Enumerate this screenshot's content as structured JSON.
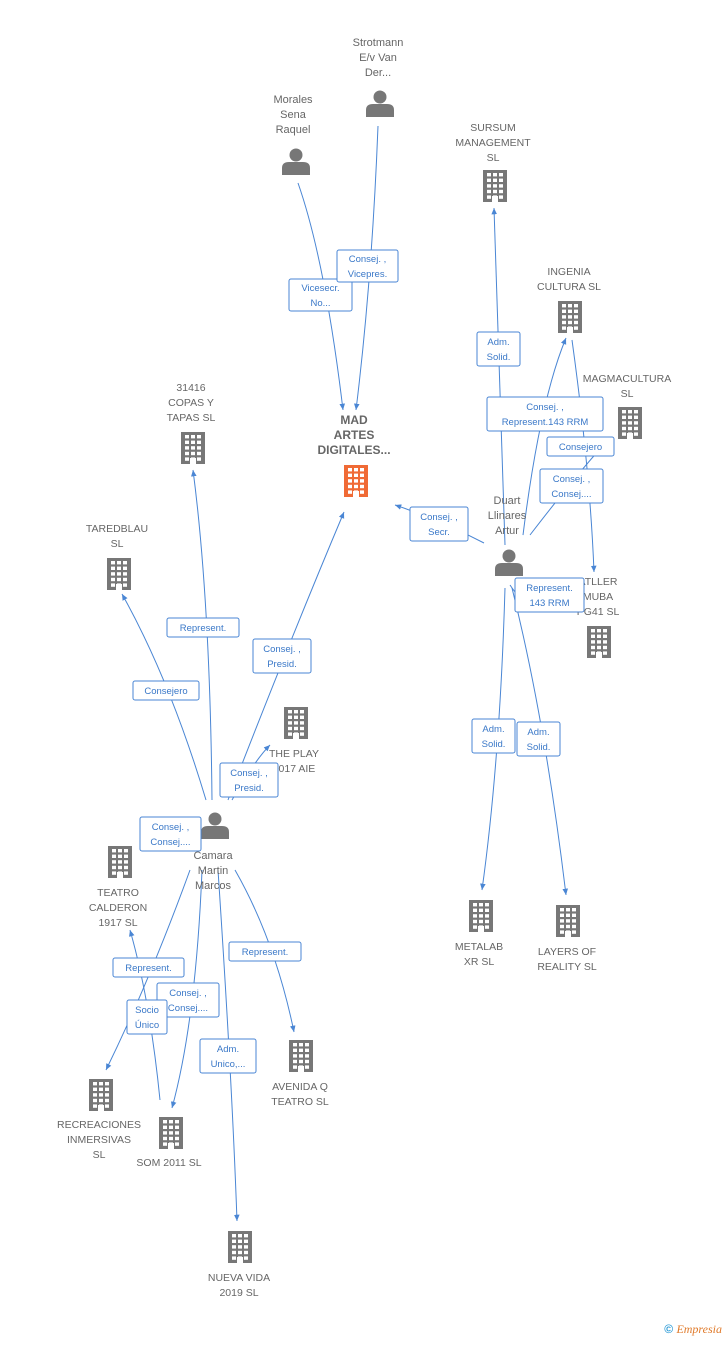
{
  "colors": {
    "edge": "#4a86d4",
    "edge_text": "#3a78c8",
    "node": "#777777",
    "focal": "#f06a35",
    "label": "#666666"
  },
  "nodes": [
    {
      "id": "mad",
      "kind": "company",
      "focal": true,
      "lines": [
        "MAD",
        "ARTES",
        "DIGITALES..."
      ]
    },
    {
      "id": "strotmann",
      "kind": "person",
      "lines": [
        "Strotmann",
        "E/v Van",
        "Der..."
      ]
    },
    {
      "id": "morales",
      "kind": "person",
      "lines": [
        "Morales",
        "Sena",
        "Raquel"
      ]
    },
    {
      "id": "sursum",
      "kind": "company",
      "lines": [
        "SURSUM",
        "MANAGEMENT",
        "SL"
      ]
    },
    {
      "id": "ingenia",
      "kind": "company",
      "lines": [
        "INGENIA",
        "CULTURA  SL"
      ]
    },
    {
      "id": "magma",
      "kind": "company",
      "lines": [
        "MAGMACULTURA",
        "SL"
      ]
    },
    {
      "id": "copas",
      "kind": "company",
      "lines": [
        "31416",
        "COPAS Y",
        "TAPAS  SL"
      ]
    },
    {
      "id": "taredblau",
      "kind": "company",
      "lines": [
        "TAREDBLAU",
        "SL"
      ]
    },
    {
      "id": "duart",
      "kind": "person",
      "lines": [
        "Duart",
        "Llinares",
        "Artur"
      ]
    },
    {
      "id": "atller",
      "kind": "company",
      "lines": [
        "ATLLER",
        "MUBA",
        "PG41  SL"
      ]
    },
    {
      "id": "theplay",
      "kind": "company",
      "lines": [
        "THE PLAY",
        "2017 AIE"
      ]
    },
    {
      "id": "camara",
      "kind": "person",
      "lines": [
        "Camara",
        "Martin",
        "Marcos"
      ]
    },
    {
      "id": "teatro",
      "kind": "company",
      "lines": [
        "TEATRO",
        "CALDERON",
        "1917  SL"
      ]
    },
    {
      "id": "metalab",
      "kind": "company",
      "lines": [
        "METALAB",
        "XR  SL"
      ]
    },
    {
      "id": "layers",
      "kind": "company",
      "lines": [
        "LAYERS OF",
        "REALITY  SL"
      ]
    },
    {
      "id": "avenida",
      "kind": "company",
      "lines": [
        "AVENIDA Q",
        "TEATRO SL"
      ]
    },
    {
      "id": "recreac",
      "kind": "company",
      "lines": [
        "RECREACIONES",
        "INMERSIVAS",
        "SL"
      ]
    },
    {
      "id": "som",
      "kind": "company",
      "lines": [
        "SOM 2011 SL"
      ]
    },
    {
      "id": "nuevavida",
      "kind": "company",
      "lines": [
        "NUEVA VIDA",
        "2019  SL"
      ]
    }
  ],
  "edges": [
    {
      "id": "e1",
      "from": "morales",
      "to": "mad",
      "label": [
        "Vicesecr.",
        "No..."
      ]
    },
    {
      "id": "e2",
      "from": "strotmann",
      "to": "mad",
      "label": [
        "Consej. ,",
        "Vicepres."
      ]
    },
    {
      "id": "e3",
      "from": "duart",
      "to": "sursum",
      "label": [
        "Adm.",
        "Solid."
      ]
    },
    {
      "id": "e4",
      "from": "duart",
      "to": "ingenia",
      "label": [
        "Consej. ,",
        "Represent.143 RRM"
      ]
    },
    {
      "id": "e5",
      "from": "duart",
      "to": "magma",
      "label": [
        "Consejero"
      ]
    },
    {
      "id": "e6",
      "from": "ingenia",
      "to": "atller",
      "label": [
        "Consej. ,",
        "Consej...."
      ]
    },
    {
      "id": "e7",
      "from": "duart",
      "to": "mad",
      "label": [
        "Consej. ,",
        "Secr."
      ]
    },
    {
      "id": "e8",
      "from": "duart",
      "to": "atller",
      "label": [
        "Represent.",
        "143 RRM"
      ]
    },
    {
      "id": "e9",
      "from": "duart",
      "to": "metalab",
      "label": [
        "Adm.",
        "Solid."
      ]
    },
    {
      "id": "e10",
      "from": "duart",
      "to": "layers",
      "label": [
        "Adm.",
        "Solid."
      ]
    },
    {
      "id": "e11",
      "from": "camara",
      "to": "copas",
      "label": [
        "Represent."
      ]
    },
    {
      "id": "e12",
      "from": "camara",
      "to": "taredblau",
      "label": [
        "Consejero"
      ]
    },
    {
      "id": "e13",
      "from": "camara",
      "to": "mad",
      "label": [
        "Consej. ,",
        "Presid."
      ]
    },
    {
      "id": "e14",
      "from": "camara",
      "to": "theplay",
      "label": [
        "Consej. ,",
        "Presid."
      ]
    },
    {
      "id": "e15",
      "from": "camara",
      "to": "teatro",
      "label": [
        "Consej. ,",
        "Consej...."
      ]
    },
    {
      "id": "e16",
      "from": "camara",
      "to": "recreac",
      "label": [
        "Represent."
      ]
    },
    {
      "id": "e17",
      "from": "camara",
      "to": "som",
      "label": [
        "Consej. ,",
        "Consej...."
      ]
    },
    {
      "id": "e18",
      "from": "camara",
      "to": "teatro",
      "label": [
        "Socio",
        "Único"
      ]
    },
    {
      "id": "e19",
      "from": "camara",
      "to": "avenida",
      "label": [
        "Represent."
      ]
    },
    {
      "id": "e20",
      "from": "camara",
      "to": "nuevavida",
      "label": [
        "Adm.",
        "Unico,..."
      ]
    }
  ],
  "footer": {
    "copyright_symbol": "©",
    "brand": "Empresia"
  }
}
